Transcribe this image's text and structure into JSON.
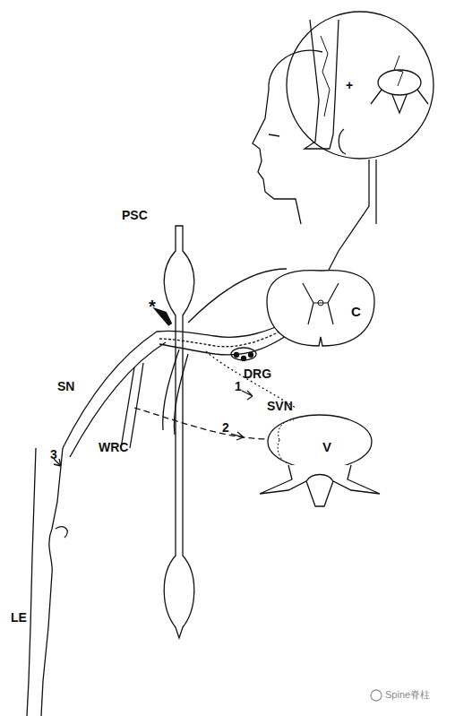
{
  "diagram": {
    "nodes": [
      {
        "text": [
          "C"
        ]
      },
      {
        "text": [
          "V"
        ]
      }
    ],
    "labels": [
      "+",
      "PSC",
      "*",
      "DRG",
      "SN",
      "SVN",
      "1",
      "WRC",
      "2",
      "3",
      "LE",
      "Spine脊柱"
    ]
  }
}
